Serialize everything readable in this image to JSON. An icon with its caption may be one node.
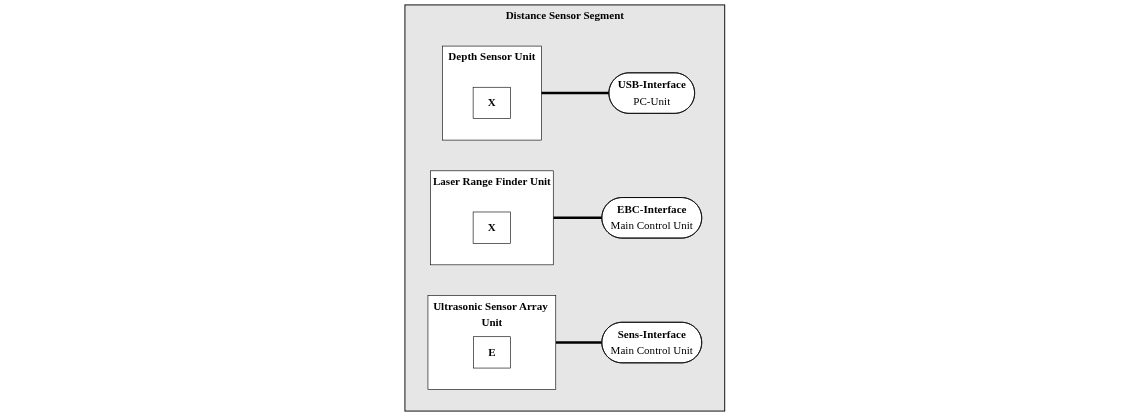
{
  "diagram": {
    "nodes": [
      {
        "text": [
          "Distance Sensor Segment"
        ]
      },
      {
        "text": [
          "Depth Sensor Unit"
        ],
        "in": 0
      },
      {
        "text": [
          "X"
        ],
        "in": 1
      },
      {
        "text": [
          "USB-Interface",
          "PC-Unit"
        ],
        "in": 0
      },
      {
        "text": [
          "Laser Range Finder Unit"
        ],
        "in": 0
      },
      {
        "text": [
          "X"
        ],
        "in": 4
      },
      {
        "text": [
          "EBC-Interface",
          "Main Control Unit"
        ],
        "in": 0
      },
      {
        "text": [
          "Ultrasonic Sensor Array Unit"
        ],
        "in": 0
      },
      {
        "text": [
          "E"
        ],
        "in": 7
      },
      {
        "text": [
          "Sens-Interface",
          "Main Control Unit"
        ],
        "in": 0
      }
    ],
    "edges": [
      {
        "from": 1,
        "to": 3,
        "arrow": "none"
      },
      {
        "from": 4,
        "to": 6,
        "arrow": "none"
      },
      {
        "from": 7,
        "to": 9,
        "arrow": "none"
      }
    ]
  }
}
